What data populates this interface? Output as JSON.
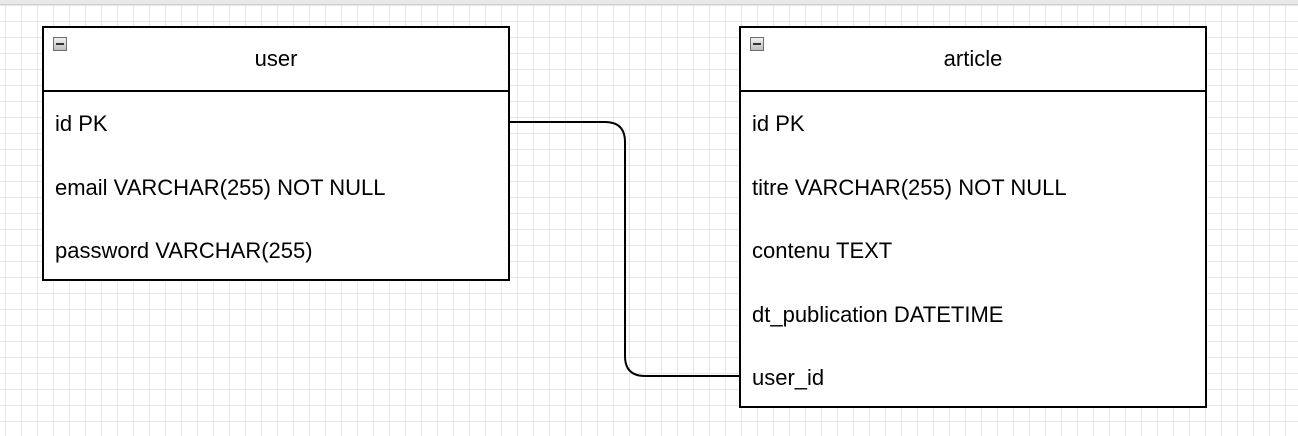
{
  "tables": [
    {
      "name": "user",
      "fields": [
        "id PK",
        "email VARCHAR(255) NOT NULL",
        "password VARCHAR(255)"
      ]
    },
    {
      "name": "article",
      "fields": [
        "id PK",
        "titre VARCHAR(255) NOT NULL",
        "contenu TEXT",
        "dt_publication DATETIME",
        "user_id"
      ]
    }
  ],
  "relations": [
    {
      "from": "user.id PK",
      "to": "article.user_id"
    }
  ],
  "colors": {
    "grid": "#e6e6e6",
    "border": "#000000",
    "background": "#ffffff"
  }
}
